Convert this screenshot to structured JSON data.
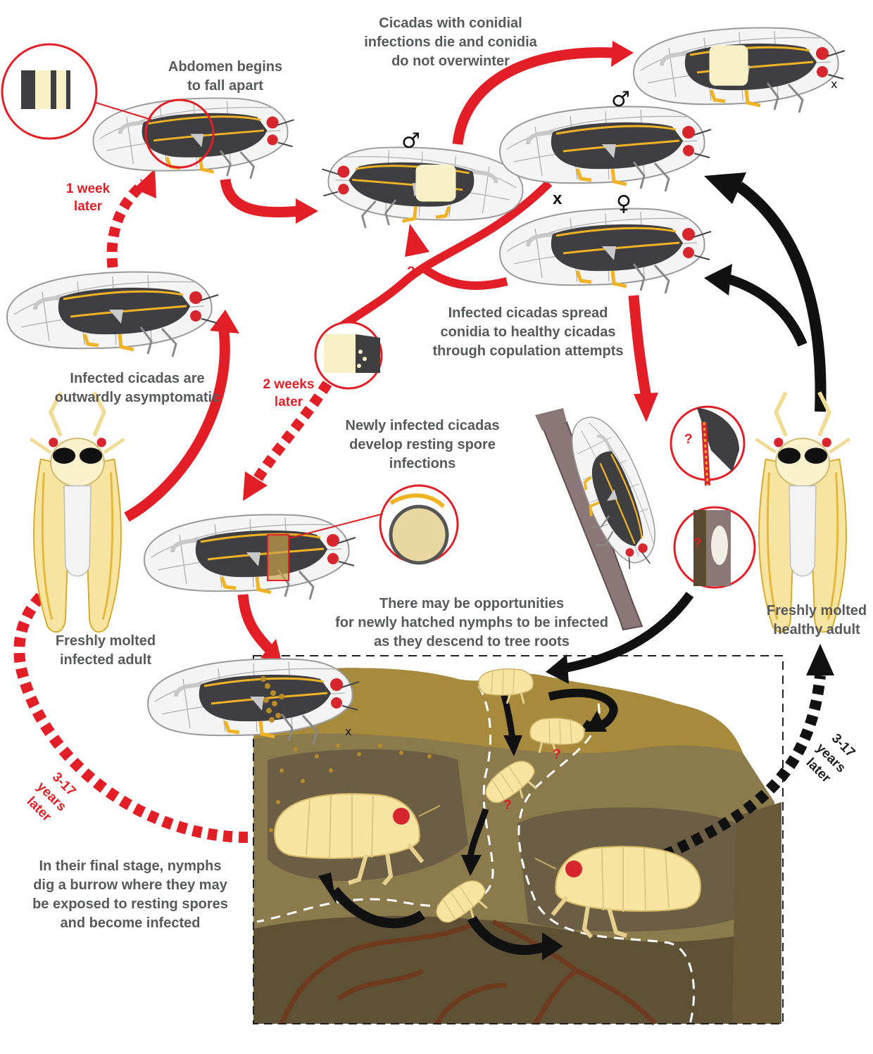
{
  "labels": {
    "abdomen_falls_apart": "Abdomen begins\nto fall apart",
    "conidial_die": "Cicadas with conidial\ninfections die and conidia\ndo not overwinter",
    "spread_conidia": "Infected cicadas spread\nconidia to healthy cicadas\nthrough copulation attempts",
    "asymptomatic": "Infected cicadas are\noutwardly asymptomatic",
    "resting_spore": "Newly infected cicadas\ndevelop resting spore\ninfections",
    "nymph_opportunity": "There may be opportunities\nfor newly hatched nymphs to be infected\nas they descend to tree roots",
    "molted_infected": "Freshly molted\ninfected adult",
    "molted_healthy": "Freshly molted\nhealthy adult",
    "final_stage": "In their final stage, nymphs\ndig a burrow where they may\nbe exposed to resting spores\nand become infected"
  },
  "timing": {
    "one_week": "1 week\nlater",
    "two_weeks": "2 weeks\nlater",
    "years_left": "3-17\nyears\nlater",
    "years_right": "3-17\nyears\nlater"
  },
  "symbols": {
    "male": "♂",
    "female": "♀",
    "cross": "x",
    "question": "?"
  },
  "colors": {
    "infected_path": "#e21e26",
    "healthy_path": "#111111",
    "cicada_body": "#3f3f41",
    "cicada_vein": "#f0b323",
    "cicada_eye": "#d7262d",
    "nymph": "#f6e4a0",
    "soil": "#7a6a4a",
    "text": "#58595b"
  }
}
